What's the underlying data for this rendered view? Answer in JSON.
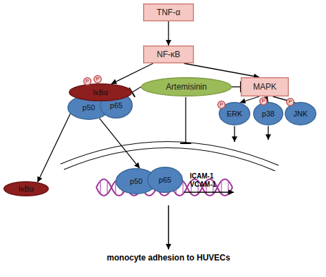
{
  "diagram": {
    "nodes": [
      {
        "text": [
          "TNF-α"
        ]
      },
      {
        "text": [
          "NF-κB"
        ]
      },
      {
        "text": [
          "P"
        ]
      },
      {
        "text": [
          "P"
        ]
      },
      {
        "text": [
          "IκBα"
        ]
      },
      {
        "text": [
          "p50"
        ]
      },
      {
        "text": [
          "p65"
        ]
      },
      {
        "text": [
          "Artemisinin"
        ]
      },
      {
        "text": [
          "MAPK"
        ]
      },
      {
        "text": [
          "P"
        ]
      },
      {
        "text": [
          "ERK"
        ]
      },
      {
        "text": [
          "P"
        ]
      },
      {
        "text": [
          "p38"
        ]
      },
      {
        "text": [
          "P"
        ]
      },
      {
        "text": [
          "JNK"
        ]
      },
      {
        "text": [
          "IκBα"
        ]
      },
      {
        "text": [
          "p50"
        ]
      },
      {
        "text": [
          "p65"
        ]
      }
    ],
    "edges": [
      {
        "from": 0,
        "to": 1,
        "arrow": "to"
      },
      {
        "from": 1,
        "to": 4,
        "arrow": "to"
      },
      {
        "from": 1,
        "to": 8,
        "arrow": "to"
      },
      {
        "from": 7,
        "to": 4,
        "arrow": "to"
      },
      {
        "from": 7,
        "to": 8,
        "arrow": "to"
      },
      {
        "from": 8,
        "to": 10,
        "arrow": "to"
      },
      {
        "from": 8,
        "to": 12,
        "arrow": "to"
      },
      {
        "from": 8,
        "to": 14,
        "arrow": "to"
      },
      {
        "from": 5,
        "to": 15,
        "arrow": "to"
      },
      {
        "from": 5,
        "to": 16,
        "arrow": "to"
      }
    ],
    "labels": [
      "ICAM-1",
      "VCAM-1",
      "monocyte adhesion to HUVECs"
    ]
  }
}
